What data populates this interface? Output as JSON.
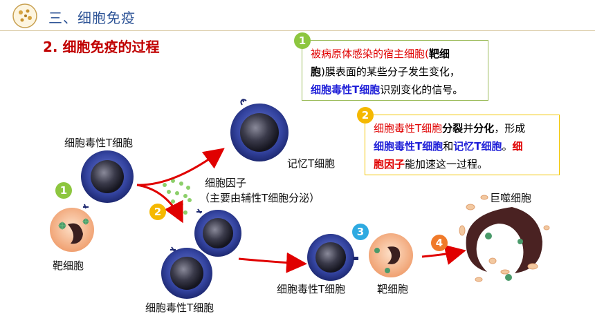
{
  "header": {
    "section_title": "三、细胞免疫",
    "subtitle": "2.  细胞免疫的过程"
  },
  "box1": {
    "number": "1",
    "line1_a": "被病原体感染的宿主细胞(",
    "line1_b": "靶细",
    "line2_a": "胞",
    "line2_b": ")膜表面的某些分子发生变化，",
    "line3_a": "细胞毒性T细胞",
    "line3_b": "识别变化的信号。"
  },
  "box2": {
    "number": "2",
    "line1_a": "细胞毒性T细胞",
    "line1_b": "分裂",
    "line1_c": "并",
    "line1_d": "分化",
    "line1_e": "，形成",
    "line2_a": "细胞毒性T细胞",
    "line2_b": "和",
    "line2_c": "记忆T细胞",
    "line2_d": "。",
    "line2_e": "细",
    "line3_a": "胞因子",
    "line3_b": "能加速这一过程。"
  },
  "labels": {
    "tc_top": "细胞毒性T细胞",
    "memory": "记忆T细胞",
    "cytokine": "细胞因子",
    "cytokine_note": "（主要由辅性T细胞分泌）",
    "target_left": "靶细胞",
    "tc_bottom": "细胞毒性T细胞",
    "tc_mid": "细胞毒性T细胞",
    "target_mid": "靶细胞",
    "macrophage": "巨噬细胞"
  },
  "steps": [
    {
      "number": "1",
      "color": "#8dc63f"
    },
    {
      "number": "2",
      "color": "#f5b800"
    },
    {
      "number": "3",
      "color": "#2eaae1"
    },
    {
      "number": "4",
      "color": "#f07a2a"
    }
  ],
  "colors": {
    "section_title": "#2f5597",
    "subtitle": "#c00000",
    "arrow": "#e00000",
    "tcell": "#3a4aa8",
    "target": "#f5b48a"
  }
}
